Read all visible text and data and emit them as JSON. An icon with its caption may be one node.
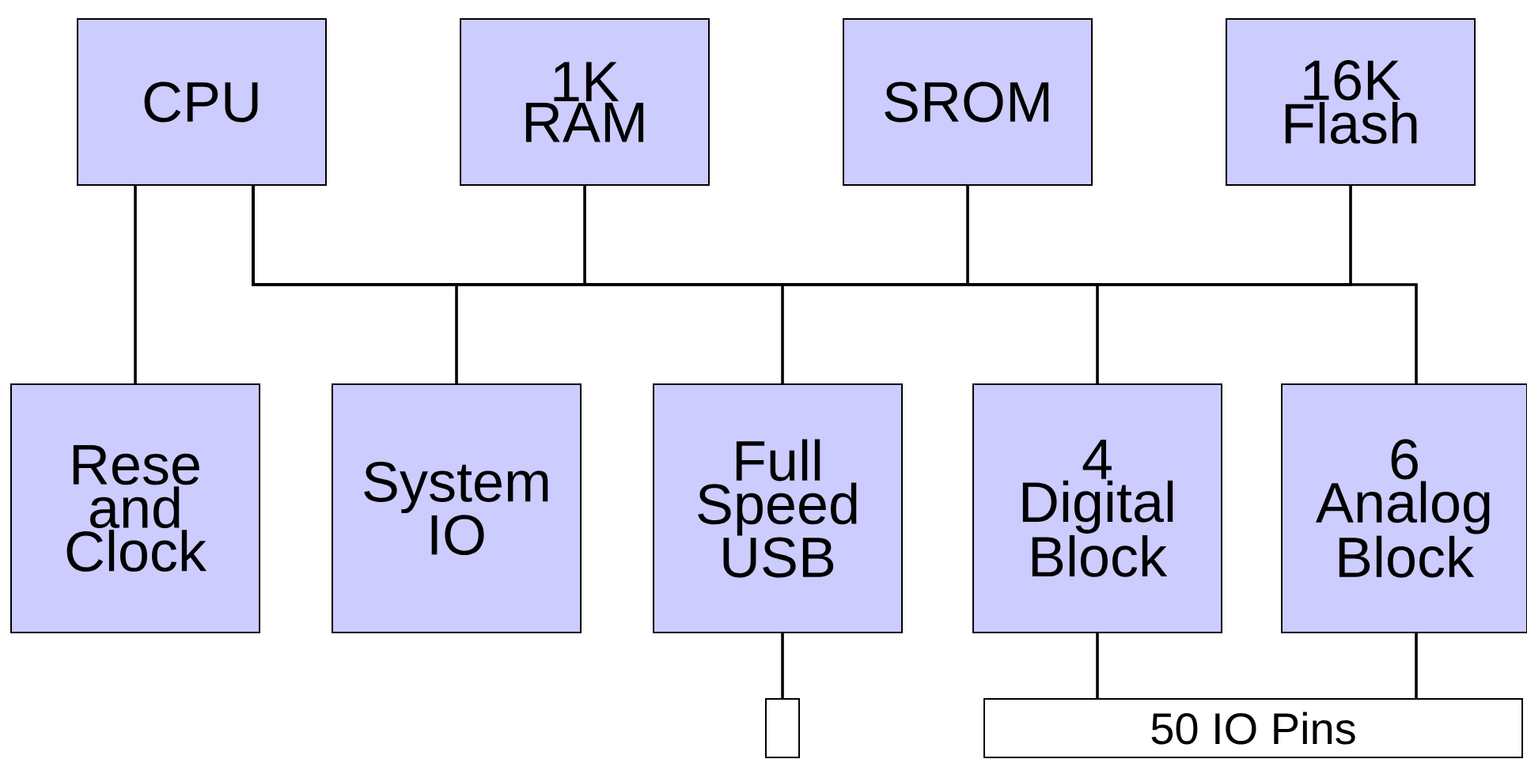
{
  "diagram": {
    "nodes": [
      {
        "text": [
          "CPU"
        ]
      },
      {
        "text": [
          "1K RAM"
        ]
      },
      {
        "text": [
          "SROM"
        ]
      },
      {
        "text": [
          "16K Flash"
        ]
      },
      {
        "text": [
          "Rese and Clock"
        ]
      },
      {
        "text": [
          "System IO"
        ]
      },
      {
        "text": [
          "Full Speed USB"
        ]
      },
      {
        "text": [
          "4 Digital Block"
        ]
      },
      {
        "text": [
          "6 Analog Block"
        ]
      },
      {
        "text": [],
        "shape": "box"
      },
      {
        "text": [
          "50 IO Pins"
        ]
      }
    ],
    "edges": [
      {
        "from": 0,
        "to": 4,
        "arrow": "none"
      },
      {
        "from": 0,
        "to": 1,
        "arrow": "none"
      },
      {
        "from": 0,
        "to": 2,
        "arrow": "none"
      },
      {
        "from": 0,
        "to": 3,
        "arrow": "none"
      },
      {
        "from": 0,
        "to": 5,
        "arrow": "none"
      },
      {
        "from": 0,
        "to": 6,
        "arrow": "none"
      },
      {
        "from": 0,
        "to": 7,
        "arrow": "none"
      },
      {
        "from": 0,
        "to": 8,
        "arrow": "none"
      },
      {
        "from": 6,
        "to": 9,
        "arrow": "none"
      },
      {
        "from": 7,
        "to": 10,
        "arrow": "none"
      },
      {
        "from": 8,
        "to": 10,
        "arrow": "none"
      }
    ]
  }
}
